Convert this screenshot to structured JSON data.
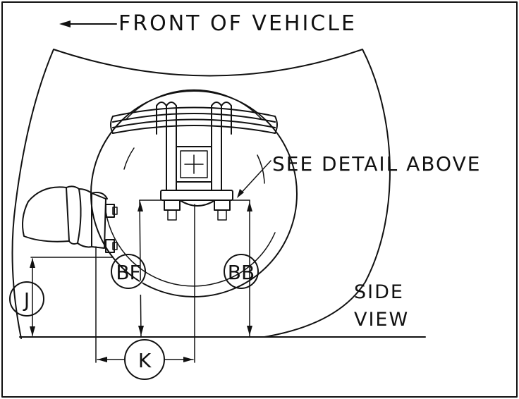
{
  "labels": {
    "front_of_vehicle": "FRONT OF VEHICLE",
    "see_detail_above": "SEE DETAIL ABOVE",
    "side_view_line1": "SIDE",
    "side_view_line2": "VIEW"
  },
  "dimensions": {
    "bf": "BF",
    "bb": "BB",
    "j": "J",
    "k": "K"
  },
  "colors": {
    "ink": "#111111",
    "background": "#ffffff"
  }
}
